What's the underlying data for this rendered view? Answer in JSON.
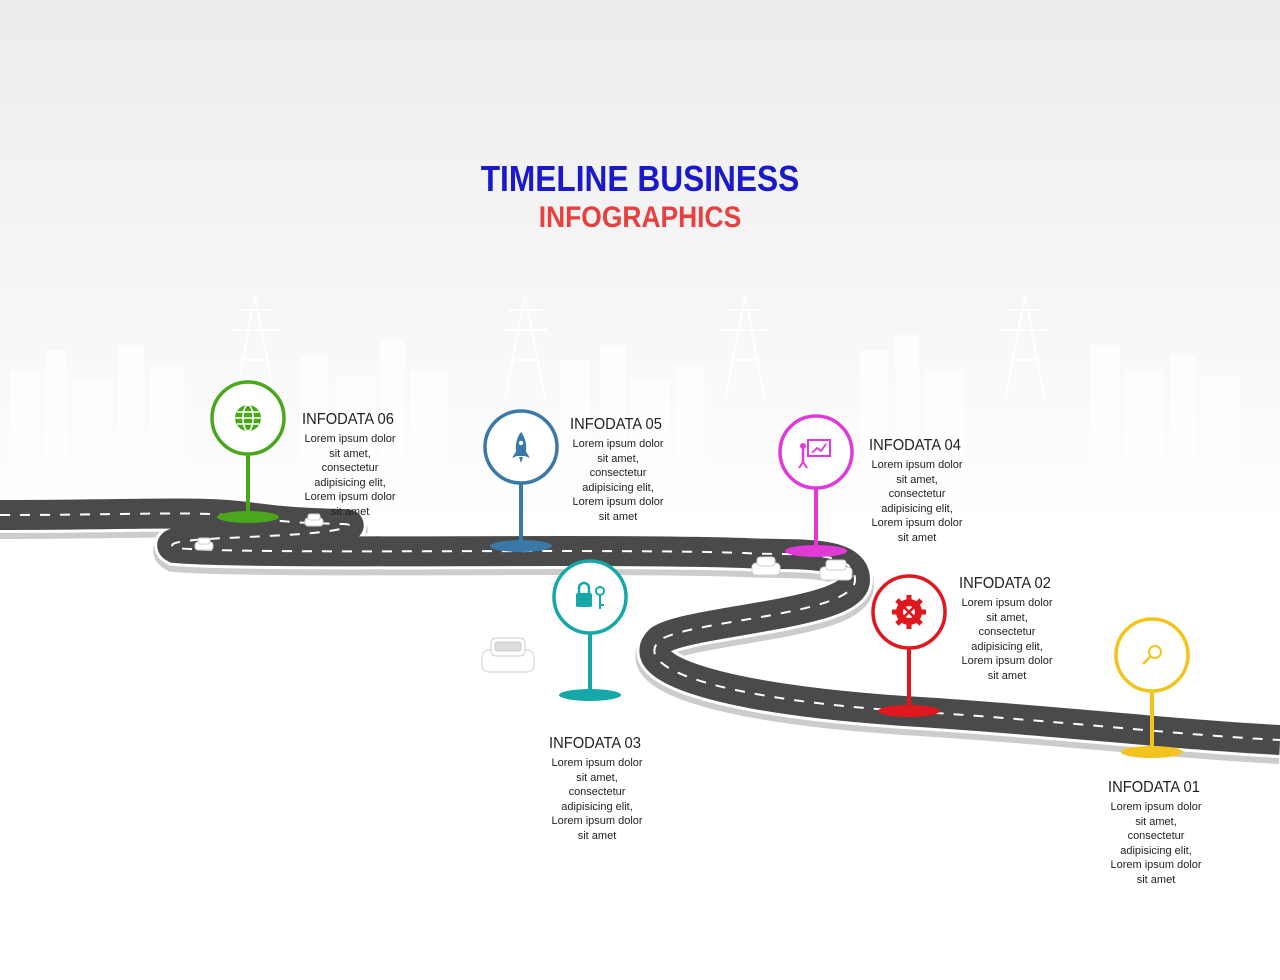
{
  "title": "TIMELINE BUSINESS",
  "subtitle": "INFOGRAPHICS",
  "colors": {
    "title": "#1a1acc",
    "subtitle": "#e8403f",
    "road": "#4a4a4a",
    "road_edge": "#ffffff"
  },
  "steps": [
    {
      "label": "INFODATA 01",
      "text": "Lorem ipsum dolor sit amet, consectetur adipisicing elit, Lorem ipsum dolor sit amet",
      "color": "#f2c41c",
      "icon": "magnifier-icon"
    },
    {
      "label": "INFODATA 02",
      "text": "Lorem ipsum dolor sit amet, consectetur adipisicing elit, Lorem ipsum dolor sit amet",
      "color": "#e0181e",
      "icon": "gear-tools-icon"
    },
    {
      "label": "INFODATA 03",
      "text": "Lorem ipsum dolor sit amet, consectetur adipisicing elit, Lorem ipsum dolor sit amet",
      "color": "#16a8a8",
      "icon": "lock-key-icon"
    },
    {
      "label": "INFODATA 04",
      "text": "Lorem ipsum dolor sit amet, consectetur adipisicing elit, Lorem ipsum dolor sit amet",
      "color": "#e03ad9",
      "icon": "presentation-icon"
    },
    {
      "label": "INFODATA 05",
      "text": "Lorem ipsum dolor sit amet, consectetur adipisicing elit, Lorem ipsum dolor sit amet",
      "color": "#3a78a8",
      "icon": "rocket-icon"
    },
    {
      "label": "INFODATA 06",
      "text": "Lorem ipsum dolor sit amet, consectetur adipisicing elit, Lorem ipsum dolor sit amet",
      "color": "#4aa61a",
      "icon": "globe-icon"
    }
  ]
}
